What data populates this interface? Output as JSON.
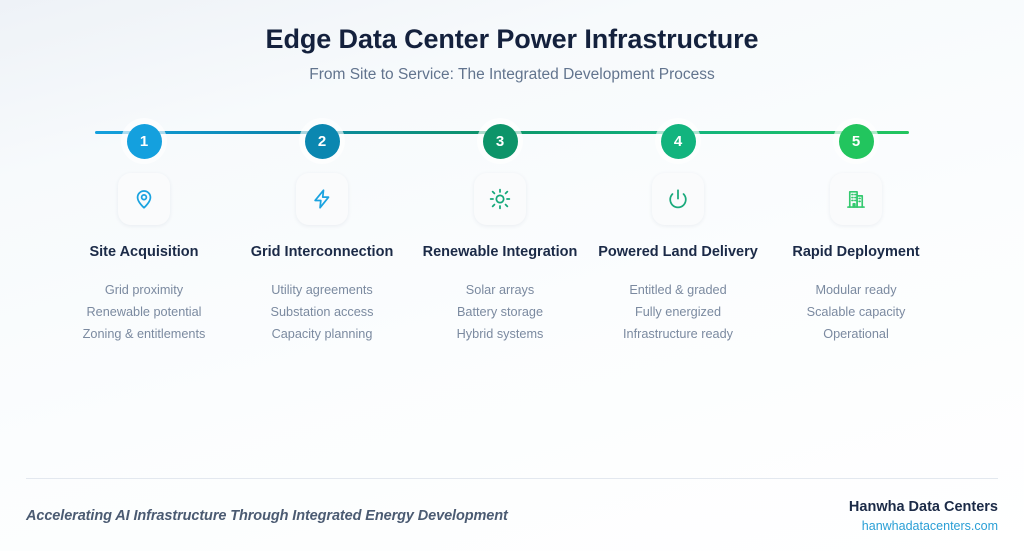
{
  "header": {
    "title": "Edge Data Center Power Infrastructure",
    "subtitle": "From Site to Service: The Integrated Development Process"
  },
  "timeline": {
    "track_colors": [
      "#14a0de",
      "#0b87b0",
      "#0d9469",
      "#12b47e",
      "#22c55e"
    ],
    "steps": [
      {
        "number": "1",
        "label": "Site Acquisition",
        "icon": "map-pin-icon",
        "color": "#14a0de",
        "bullets": [
          "Grid proximity",
          "Renewable potential",
          "Zoning & entitlements"
        ]
      },
      {
        "number": "2",
        "label": "Grid Interconnection",
        "icon": "lightning-bolt-icon",
        "color": "#0b87b0",
        "bullets": [
          "Utility agreements",
          "Substation access",
          "Capacity planning"
        ]
      },
      {
        "number": "3",
        "label": "Renewable Integration",
        "icon": "sun-icon",
        "color": "#0d9469",
        "bullets": [
          "Solar arrays",
          "Battery storage",
          "Hybrid systems"
        ]
      },
      {
        "number": "4",
        "label": "Powered Land Delivery",
        "icon": "power-icon",
        "color": "#12b47e",
        "bullets": [
          "Entitled & graded",
          "Fully energized",
          "Infrastructure ready"
        ]
      },
      {
        "number": "5",
        "label": "Rapid Deployment",
        "icon": "building-icon",
        "color": "#22c55e",
        "bullets": [
          "Modular ready",
          "Scalable capacity",
          "Operational"
        ]
      }
    ]
  },
  "footer": {
    "tagline": "Accelerating AI Infrastructure Through Integrated Energy Development",
    "brand_name": "Hanwha Data Centers",
    "brand_url": "hanwhadatacenters.com"
  }
}
